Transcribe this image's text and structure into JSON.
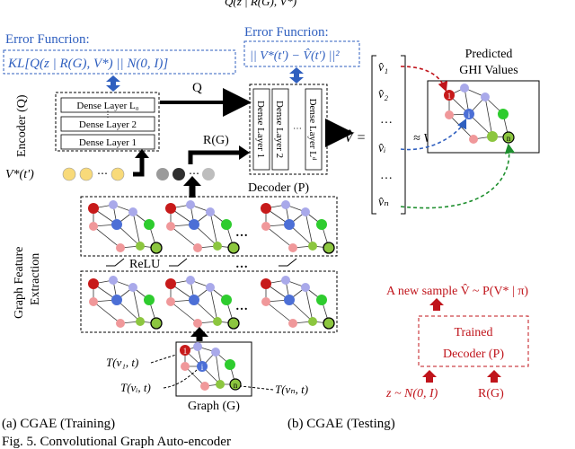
{
  "top_fragment": "Q(z | R(G), V*)",
  "encoder": {
    "error_title": "Error Funcrion:",
    "error_formula": "KL[Q(z | R(G), V*) || N(0, I)]",
    "label": "Encoder (Q)",
    "layers": [
      "Dense Layer L₀",
      "Dense Layer 2",
      "Dense Layer 1"
    ],
    "input_label": "V*(t')",
    "q_label": "Q"
  },
  "decoder": {
    "error_title": "Error Funcrion:",
    "error_formula": "|| V*(t') − V̂(t') ||²",
    "label": "Decoder (P)",
    "layers": [
      "Dense Layer 1",
      "Dense Layer 2",
      "Dense Layer Lᵈ"
    ],
    "rg_label": "R(G)"
  },
  "output": {
    "vhat": "V̂ =",
    "vector": [
      "v̂₁",
      "v̂₂",
      "…",
      "v̂ᵢ",
      "…",
      "v̂ₙ"
    ],
    "approx": "≈ V*",
    "predicted_title": [
      "Predicted",
      "GHI Values"
    ],
    "graph_nodes": [
      "1",
      "i",
      "n"
    ]
  },
  "feature": {
    "label": [
      "Graph Feature",
      "Extraction"
    ],
    "relu": "ReLU",
    "ellipsis": "…"
  },
  "graph": {
    "label": "Graph (G)",
    "inputs": [
      "T(v₁, t)",
      "T(vᵢ, t)",
      "T(vₙ, t)"
    ],
    "nodes": [
      "1",
      "i",
      "n"
    ]
  },
  "testing": {
    "new_sample": "A new sample V̂ ~ P(V* | π)",
    "decoder": [
      "Trained",
      "Decoder (P)"
    ],
    "z_input": "z ~ N(0, I)",
    "rg_input": "R(G)"
  },
  "captions": {
    "a": "(a) CGAE (Training)",
    "b": "(b) CGAE (Testing)",
    "fig": "Fig. 5. Convolutional Graph Auto-encoder"
  },
  "colors": {
    "blue": "#2f5fbf",
    "red": "#c0141b",
    "green": "#1e8f2e",
    "node_red": "#c71a1a",
    "node_pink": "#f0989a",
    "node_blue": "#4c6fd6",
    "node_lavender": "#a9a9ea",
    "node_green": "#8cc63f",
    "node_bright_green": "#2ecc2e",
    "node_dark": "#2f2f2f",
    "node_gray": "#9a9a9a",
    "node_yellow": "#f8da7a"
  }
}
